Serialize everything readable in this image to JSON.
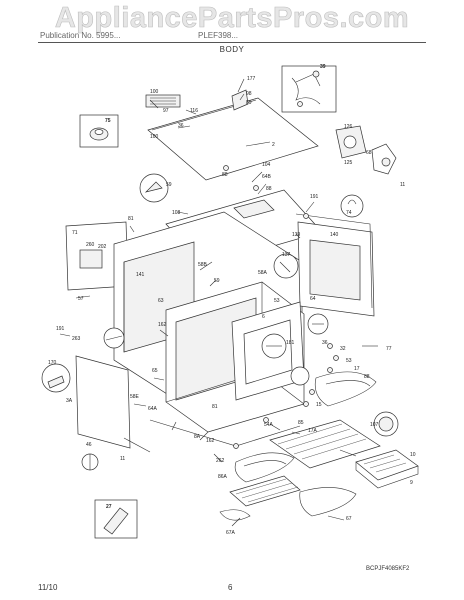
{
  "header": {
    "watermark": "AppliancePartsPros.com",
    "publication_title": "Publication No. 5995...",
    "model": "PLEF398...",
    "section": "BODY"
  },
  "footer": {
    "date": "11/10",
    "page": "6",
    "figure_code": "BCPJF4085KF2"
  },
  "callouts": [
    "177",
    "98",
    "89",
    "100",
    "116",
    "97",
    "36",
    "100",
    "2",
    "39",
    "75",
    "104",
    "64B",
    "88",
    "126",
    "125",
    "68",
    "11",
    "59",
    "88",
    "191",
    "108",
    "81",
    "74",
    "71",
    "139",
    "140",
    "202",
    "260",
    "141",
    "59",
    "137",
    "58A",
    "64",
    "53",
    "6",
    "57",
    "63",
    "58B",
    "191",
    "263",
    "181",
    "32",
    "36",
    "77",
    "170",
    "53",
    "17",
    "162",
    "88",
    "3A",
    "65",
    "64A",
    "58E",
    "46",
    "15",
    "107",
    "162",
    "8A",
    "54A",
    "81",
    "17A",
    "85",
    "262",
    "10",
    "86A",
    "11",
    "9",
    "27",
    "67A",
    "67"
  ],
  "inset_boxes": [
    "75",
    "39",
    "27"
  ]
}
